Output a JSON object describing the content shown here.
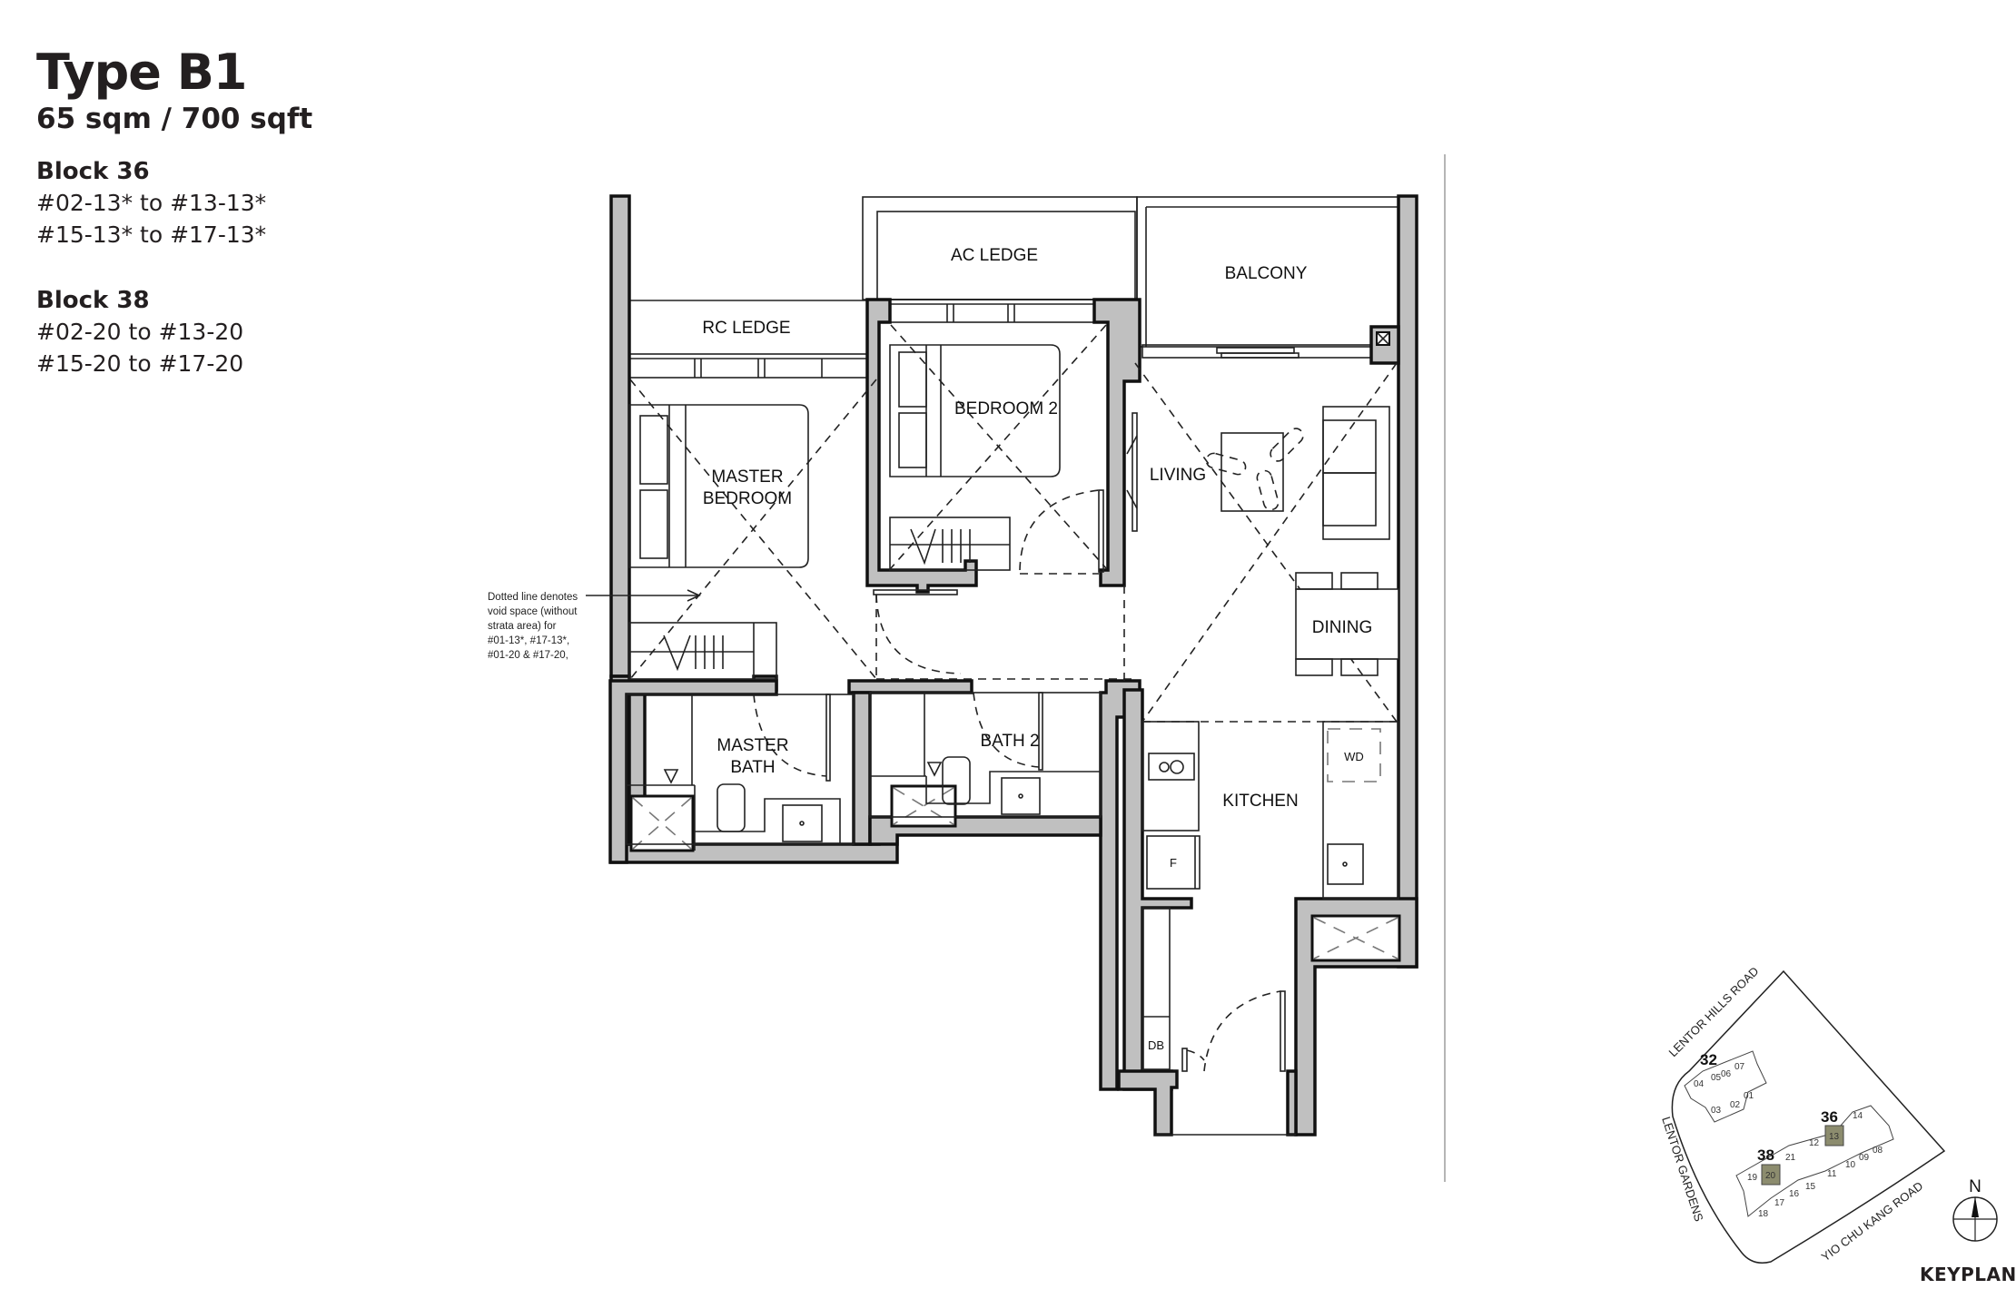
{
  "header": {
    "unit_type": "Type B1",
    "area": "65 sqm / 700 sqft"
  },
  "blocks": [
    {
      "name": "Block 36",
      "units": [
        "#02-13* to #13-13*",
        "#15-13* to #17-13*"
      ]
    },
    {
      "name": "Block 38",
      "units": [
        "#02-20 to #13-20",
        "#15-20 to #17-20"
      ]
    }
  ],
  "plan": {
    "rooms": {
      "rc_ledge": "RC LEDGE",
      "ac_ledge": "AC LEDGE",
      "balcony": "BALCONY",
      "master_bedroom_1": "MASTER",
      "master_bedroom_2": "BEDROOM",
      "bedroom_2": "BEDROOM 2",
      "living": "LIVING",
      "dining": "DINING",
      "master_bath_1": "MASTER",
      "master_bath_2": "BATH",
      "bath_2": "BATH 2",
      "kitchen": "KITCHEN"
    },
    "fixtures": {
      "washer_dryer": "WD",
      "fridge": "F",
      "distribution_board": "DB"
    },
    "note_lines": [
      "Dotted line denotes",
      "void space (without",
      "strata area) for",
      "#01-13*, #17-13*,",
      "#01-20 & #17-20,"
    ]
  },
  "keyplan": {
    "label": "KEYPLAN",
    "north": "N",
    "roads": {
      "top": "LENTOR HILLS ROAD",
      "left": "LENTOR GARDENS",
      "bottom": "YIO CHU KANG ROAD"
    },
    "blocks": {
      "b32": "32",
      "b36": "36",
      "b38": "38"
    },
    "units_block32": [
      "04",
      "05",
      "06",
      "07",
      "03",
      "02",
      "01"
    ],
    "units_block36_38": [
      "19",
      "20",
      "21",
      "12",
      "13",
      "14",
      "18",
      "17",
      "16",
      "15",
      "11",
      "10",
      "09",
      "08"
    ],
    "highlighted_units": [
      "13",
      "20"
    ],
    "highlight_color": "#8c8c6e"
  }
}
